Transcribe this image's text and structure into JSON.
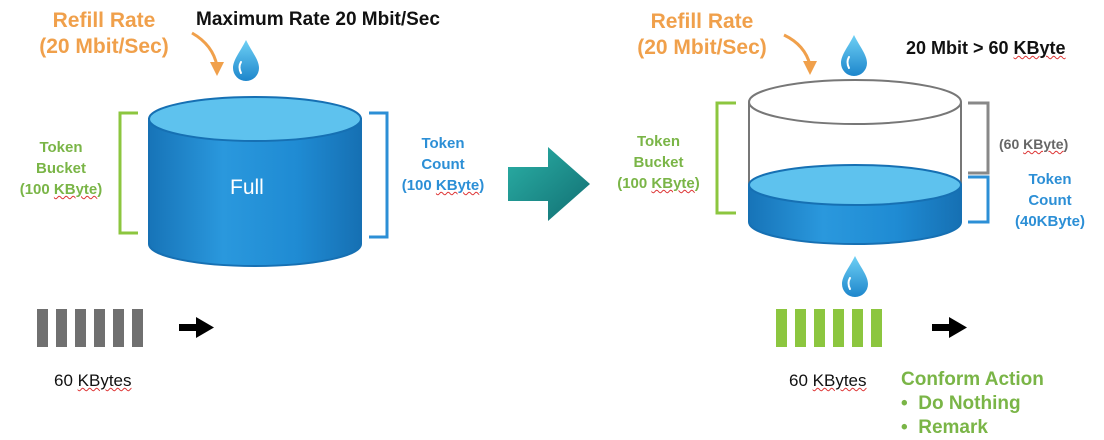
{
  "left": {
    "refill_label": "Refill Rate",
    "refill_rate": "(20 Mbit/Sec)",
    "max_rate": "Maximum Rate 20 Mbit/Sec",
    "bucket_label_1": "Token",
    "bucket_label_2": "Bucket",
    "bucket_label_3": "(100 ",
    "bucket_unit": "KByte",
    "bucket_close": ")",
    "count_label_1": "Token",
    "count_label_2": "Count",
    "count_label_3": "(100 ",
    "count_unit": "KByte",
    "count_close": ")",
    "bucket_state": "Full",
    "packets_label": "60 ",
    "packets_unit": "KBytes",
    "packet_count": 6
  },
  "right": {
    "refill_label": "Refill Rate",
    "refill_rate": "(20 Mbit/Sec)",
    "conversion": "20 Mbit > 60 ",
    "conversion_unit": "KByte",
    "bucket_label_1": "Token",
    "bucket_label_2": "Bucket",
    "bucket_label_3": "(100 ",
    "bucket_unit": "KByte",
    "bucket_close": ")",
    "empty_label_1": "(60 ",
    "empty_unit": "KByte",
    "empty_close": ")",
    "count_label_1": "Token",
    "count_label_2": "Count",
    "count_label_3": "(40KByte)",
    "packets_label": "60 ",
    "packets_unit": "KBytes",
    "packet_count": 6,
    "action_title": "Conform Action",
    "actions": [
      "Do Nothing",
      "Remark"
    ]
  },
  "colors": {
    "orange": "#f0a04b",
    "green": "#7ab547",
    "blue": "#2c8fd6",
    "bucket_blue": "#1e8ed8",
    "bucket_top": "#58c3ee",
    "teal_arrow": "#1a8d8a",
    "grey_packet": "#707070",
    "green_packet": "#8cc63f"
  },
  "icons": {
    "drop": "water-drop-icon",
    "arrow": "right-arrow-icon"
  }
}
